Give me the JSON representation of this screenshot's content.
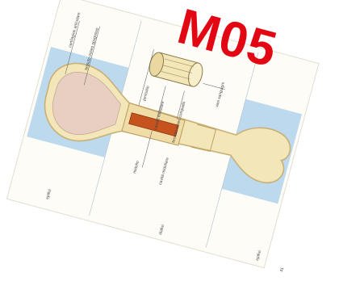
{
  "stamp": {
    "text": "M05",
    "color": "#e30613"
  },
  "labels": {
    "cartilage": "cartilagine articolare",
    "spongy": "tessuto osseo spugnoso",
    "periosteum": "periostio",
    "canal": "canale midollare",
    "compact": "tessuto osseo compatto",
    "blood_vessels": "vasi sanguigni",
    "marrow": "midollo",
    "cavity": "cavità midollare",
    "epiphysis_top": "epifisi",
    "diaphysis": "diafisi",
    "epiphysis_bottom": "epifisi",
    "page_number": "41"
  },
  "colors": {
    "blue_band": "#bcd9ee",
    "bone": "#f3e6b8",
    "bone_outline": "#c9b074",
    "spongy": "#e7cfc2",
    "marrow": "#c6521e"
  }
}
